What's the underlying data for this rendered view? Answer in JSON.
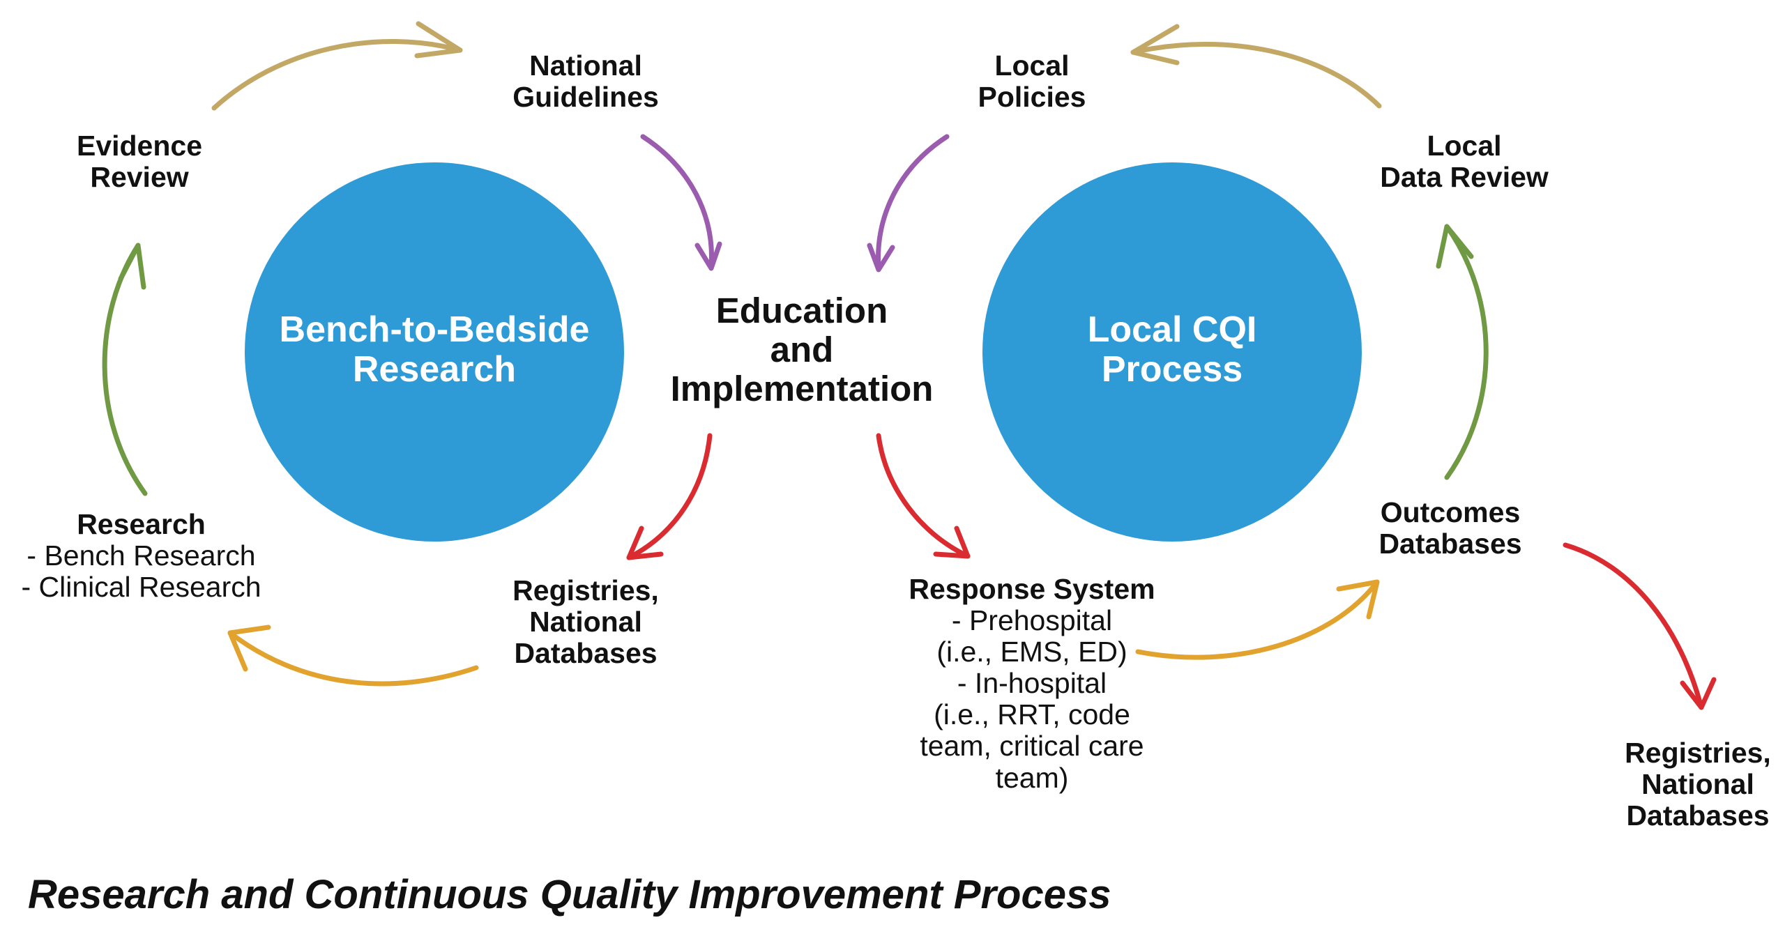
{
  "colors": {
    "circle": "#2E9BD7",
    "tan_arrow": "#C2A765",
    "green_arrow": "#709943",
    "purple_arrow": "#9B5BAE",
    "red_arrow": "#DA2C30",
    "orange_arrow": "#E2A32E"
  },
  "circles": {
    "left": {
      "line1": "Bench-to-Bedside",
      "line2": "Research"
    },
    "right": {
      "line1": "Local CQI",
      "line2": "Process"
    }
  },
  "nodes": {
    "national_guidelines": {
      "line1": "National",
      "line2": "Guidelines"
    },
    "evidence_review": {
      "line1": "Evidence",
      "line2": "Review"
    },
    "research": {
      "heading": "Research",
      "item1": "- Bench Research",
      "item2": "- Clinical Research"
    },
    "registries_left": {
      "line1": "Registries,",
      "line2": "National",
      "line3": "Databases"
    },
    "education": {
      "line1": "Education",
      "line2": "and",
      "line3": "Implementation"
    },
    "local_policies": {
      "line1": "Local",
      "line2": "Policies"
    },
    "local_data_review": {
      "line1": "Local",
      "line2": "Data Review"
    },
    "outcomes_databases": {
      "line1": "Outcomes",
      "line2": "Databases"
    },
    "response_system": {
      "heading": "Response System",
      "line1": "- Prehospital",
      "line2": "(i.e., EMS, ED)",
      "line3": "- In-hospital",
      "line4": "(i.e., RRT, code",
      "line5": "team, critical care",
      "line6": "team)"
    },
    "registries_right": {
      "line1": "Registries,",
      "line2": "National",
      "line3": "Databases"
    }
  },
  "caption": "Research and Continuous Quality Improvement Process"
}
